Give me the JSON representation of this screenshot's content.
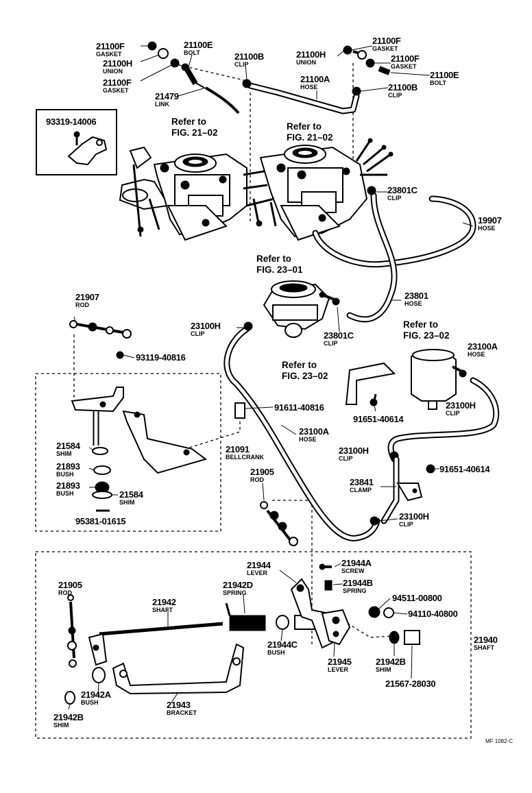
{
  "diagram_code": "MF 1082-C",
  "inset_part": "93319-14006",
  "references": {
    "fig2102_left": [
      "Refer to",
      "FIG. 21–02"
    ],
    "fig2102_right": [
      "Refer to",
      "FIG. 21–02"
    ],
    "fig2301": [
      "Refer to",
      "FIG. 23–01"
    ],
    "fig2302_right": [
      "Refer to",
      "FIG. 23–02"
    ],
    "fig2302_center": [
      "Refer to",
      "FIG. 23–02"
    ]
  },
  "labels": [
    {
      "id": "l01",
      "num": "21100F",
      "name": "GASKET"
    },
    {
      "id": "l02",
      "num": "21100H",
      "name": "UNION"
    },
    {
      "id": "l03",
      "num": "21100F",
      "name": "GASKET"
    },
    {
      "id": "l04",
      "num": "21100E",
      "name": "BOLT"
    },
    {
      "id": "l05",
      "num": "21479",
      "name": "LINK"
    },
    {
      "id": "l06",
      "num": "21100B",
      "name": "CLIP"
    },
    {
      "id": "l07",
      "num": "21100H",
      "name": "UNION"
    },
    {
      "id": "l08",
      "num": "21100A",
      "name": "HOSE"
    },
    {
      "id": "l09",
      "num": "21100F",
      "name": "GASKET"
    },
    {
      "id": "l10",
      "num": "21100F",
      "name": "GASKET"
    },
    {
      "id": "l11",
      "num": "21100E",
      "name": "BOLT"
    },
    {
      "id": "l12",
      "num": "21100B",
      "name": "CLIP"
    },
    {
      "id": "l13",
      "num": "23801C",
      "name": "CLIP"
    },
    {
      "id": "l14",
      "num": "19907",
      "name": "HOSE"
    },
    {
      "id": "l15",
      "num": "23801",
      "name": "HOSE"
    },
    {
      "id": "l16",
      "num": "23801C",
      "name": "CLIP"
    },
    {
      "id": "l17",
      "num": "23100H",
      "name": "CLIP"
    },
    {
      "id": "l18",
      "num": "21907",
      "name": "ROD"
    },
    {
      "id": "l19",
      "num": "93119-40816",
      "name": ""
    },
    {
      "id": "l20",
      "num": "91611-40816",
      "name": ""
    },
    {
      "id": "l21",
      "num": "21091",
      "name": "BELLCRANK"
    },
    {
      "id": "l22",
      "num": "21584",
      "name": "SHIM"
    },
    {
      "id": "l23",
      "num": "21893",
      "name": "BUSH"
    },
    {
      "id": "l24",
      "num": "21893",
      "name": "BUSH"
    },
    {
      "id": "l25",
      "num": "21584",
      "name": "SHIM"
    },
    {
      "id": "l26",
      "num": "95381-01615",
      "name": ""
    },
    {
      "id": "l27",
      "num": "23100A",
      "name": "HOSE"
    },
    {
      "id": "l28",
      "num": "21905",
      "name": "ROD"
    },
    {
      "id": "l29",
      "num": "91651-40614",
      "name": ""
    },
    {
      "id": "l30",
      "num": "23100A",
      "name": "HOSE"
    },
    {
      "id": "l31",
      "num": "23100H",
      "name": "CLIP"
    },
    {
      "id": "l32",
      "num": "23100H",
      "name": "CLIP"
    },
    {
      "id": "l33",
      "num": "91651-40614",
      "name": ""
    },
    {
      "id": "l34",
      "num": "23841",
      "name": "CLAMP"
    },
    {
      "id": "l35",
      "num": "23100H",
      "name": "CLIP"
    },
    {
      "id": "l36",
      "num": "21944",
      "name": "LEVER"
    },
    {
      "id": "l37",
      "num": "21944A",
      "name": "SCREW"
    },
    {
      "id": "l38",
      "num": "21944B",
      "name": "SPRING"
    },
    {
      "id": "l39",
      "num": "94511-00800",
      "name": ""
    },
    {
      "id": "l40",
      "num": "94110-40800",
      "name": ""
    },
    {
      "id": "l41",
      "num": "21905",
      "name": "ROD"
    },
    {
      "id": "l42",
      "num": "21942",
      "name": "SHAFT"
    },
    {
      "id": "l43",
      "num": "21942D",
      "name": "SPRING"
    },
    {
      "id": "l44",
      "num": "21940",
      "name": "SHAFT"
    },
    {
      "id": "l45",
      "num": "21944C",
      "name": "BUSH"
    },
    {
      "id": "l46",
      "num": "21945",
      "name": "LEVER"
    },
    {
      "id": "l47",
      "num": "21942B",
      "name": "SHIM"
    },
    {
      "id": "l48",
      "num": "21567-28030",
      "name": ""
    },
    {
      "id": "l49",
      "num": "21942A",
      "name": "BUSH"
    },
    {
      "id": "l50",
      "num": "21943",
      "name": "BRACKET"
    },
    {
      "id": "l51",
      "num": "21942B",
      "name": "SHIM"
    }
  ]
}
